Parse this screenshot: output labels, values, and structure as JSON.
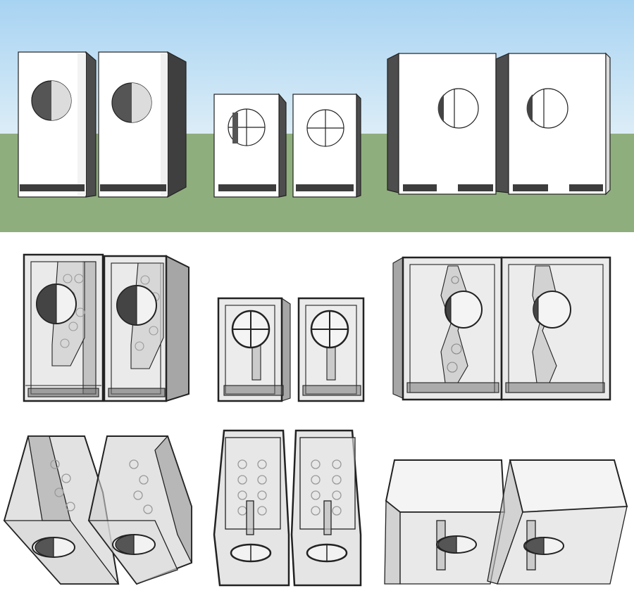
{
  "colors": {
    "sky_top": "#a7d3f2",
    "sky_bottom": "#dcedf7",
    "grass": "#8fae7d",
    "page_background": "#ffffff",
    "box_solid": "#ffffff",
    "box_shadow": "#4d4d4d",
    "edge": "#222222",
    "glass": "#d9d9d9",
    "glass_dark": "#6a6a6a"
  },
  "panels": {
    "top": "solid-front-view-on-grass",
    "middle": "x-ray-front-view",
    "bottom": "x-ray-top-perspective-view"
  },
  "speaker_pairs": [
    {
      "name": "tall-pair",
      "ports_per_box": 1,
      "internal_braces": "staggered-hole-plate"
    },
    {
      "name": "small-pair",
      "ports_per_box": 1,
      "internal_braces": "cross-brace"
    },
    {
      "name": "wide-pair",
      "ports_per_box": 1,
      "internal_braces": "curved-hole-plate"
    }
  ]
}
